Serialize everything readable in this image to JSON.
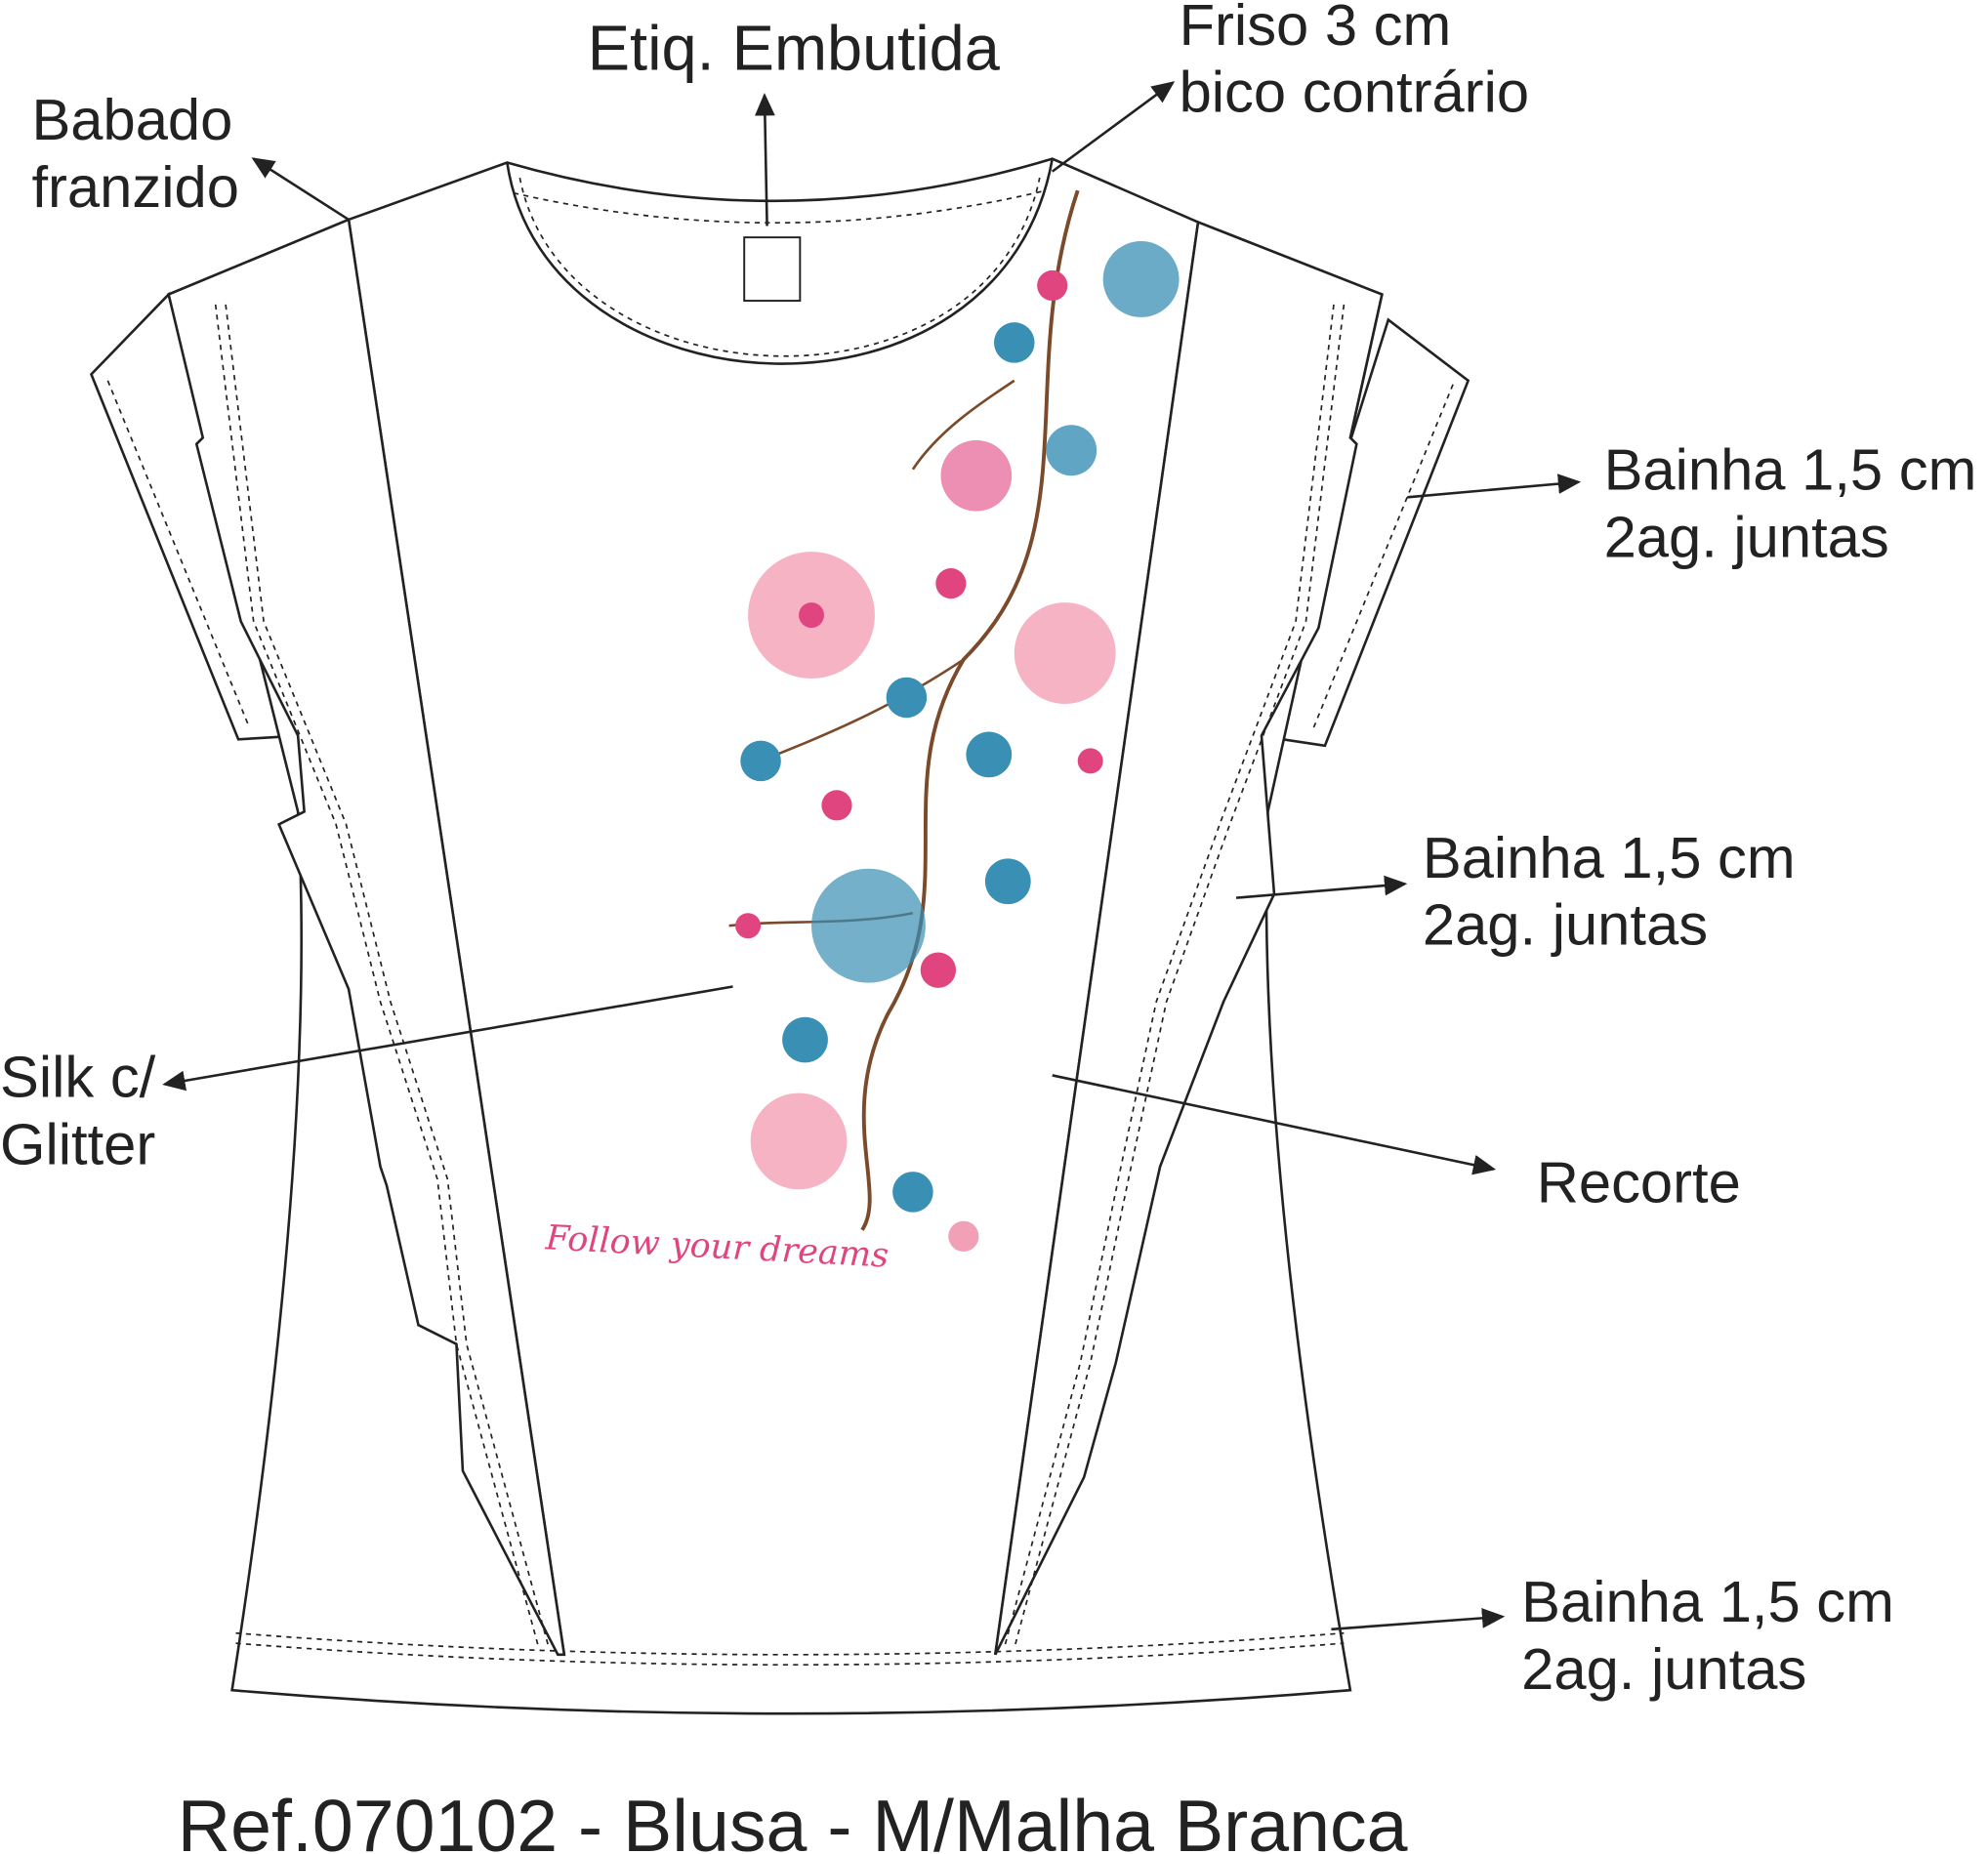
{
  "labels": {
    "etiqueta": "Etiq. Embutida",
    "friso_1": "Friso 3 cm",
    "friso_2": "bico contrário",
    "babado_1": "Babado",
    "babado_2": "franzido",
    "bainha_sleeve_1": "Bainha 1,5 cm",
    "bainha_sleeve_2": "2ag. juntas",
    "bainha_ruffle_1": "Bainha 1,5 cm",
    "bainha_ruffle_2": "2ag. juntas",
    "silk_1": "Silk c/",
    "silk_2": "Glitter",
    "recorte": "Recorte",
    "bainha_hem_1": "Bainha 1,5 cm",
    "bainha_hem_2": "2ag. juntas"
  },
  "print": {
    "slogan": "Follow your dreams"
  },
  "title": "Ref.070102 - Blusa - M/Malha Branca",
  "colors": {
    "pink": "#e0457f",
    "light_pink": "#f2a0b5",
    "teal": "#3a8fb5",
    "branch": "#7a4a2a"
  }
}
